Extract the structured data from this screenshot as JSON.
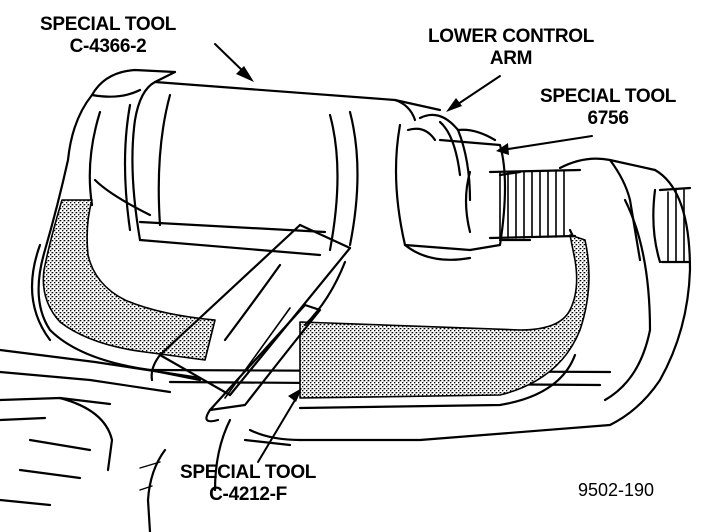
{
  "callouts": {
    "special_tool_c4366": {
      "line1": "SPECIAL TOOL",
      "line2": "C-4366-2"
    },
    "lower_control_arm": {
      "line1": "LOWER CONTROL",
      "line2": "ARM"
    },
    "special_tool_6756": {
      "line1": "SPECIAL TOOL",
      "line2": "6756"
    },
    "special_tool_c4212": {
      "line1": "SPECIAL TOOL",
      "line2": "C-4212-F"
    }
  },
  "figure_number": "9502-190",
  "colors": {
    "ink": "#000000",
    "paper": "#ffffff",
    "stipple": "#6a6a6a"
  }
}
